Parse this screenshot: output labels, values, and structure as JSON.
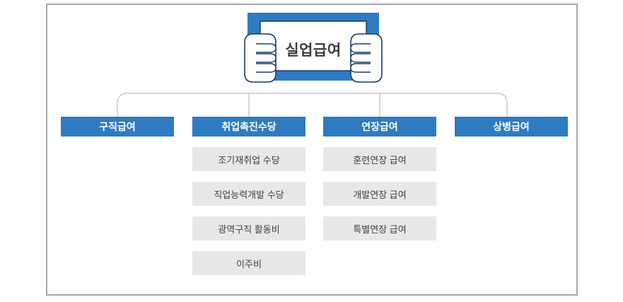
{
  "diagram": {
    "title": "실업급여",
    "root": {
      "label": "실업급여"
    },
    "colors": {
      "header_blue": "#2e7bc2",
      "child_gray": "#e8e8e8",
      "child_text": "#404040",
      "outline_navy": "#1f3864",
      "frame_border": "#a6a6a6",
      "connector_line": "#bfbfbf",
      "title_text": "#3b3b3b"
    },
    "columns": [
      {
        "header": "구직급여",
        "children": []
      },
      {
        "header": "취업촉진수당",
        "children": [
          "조기재취업 수당",
          "직업능력개발 수당",
          "광역구직 활동비",
          "이주비"
        ]
      },
      {
        "header": "연장급여",
        "children": [
          "훈련연장 급여",
          "개발연장 급여",
          "특별연장 급여"
        ]
      },
      {
        "header": "상병급여",
        "children": []
      }
    ],
    "icons": {
      "left_hand": "left-fist-icon",
      "right_hand": "right-fist-icon",
      "placard": "placard-banner-icon"
    }
  }
}
